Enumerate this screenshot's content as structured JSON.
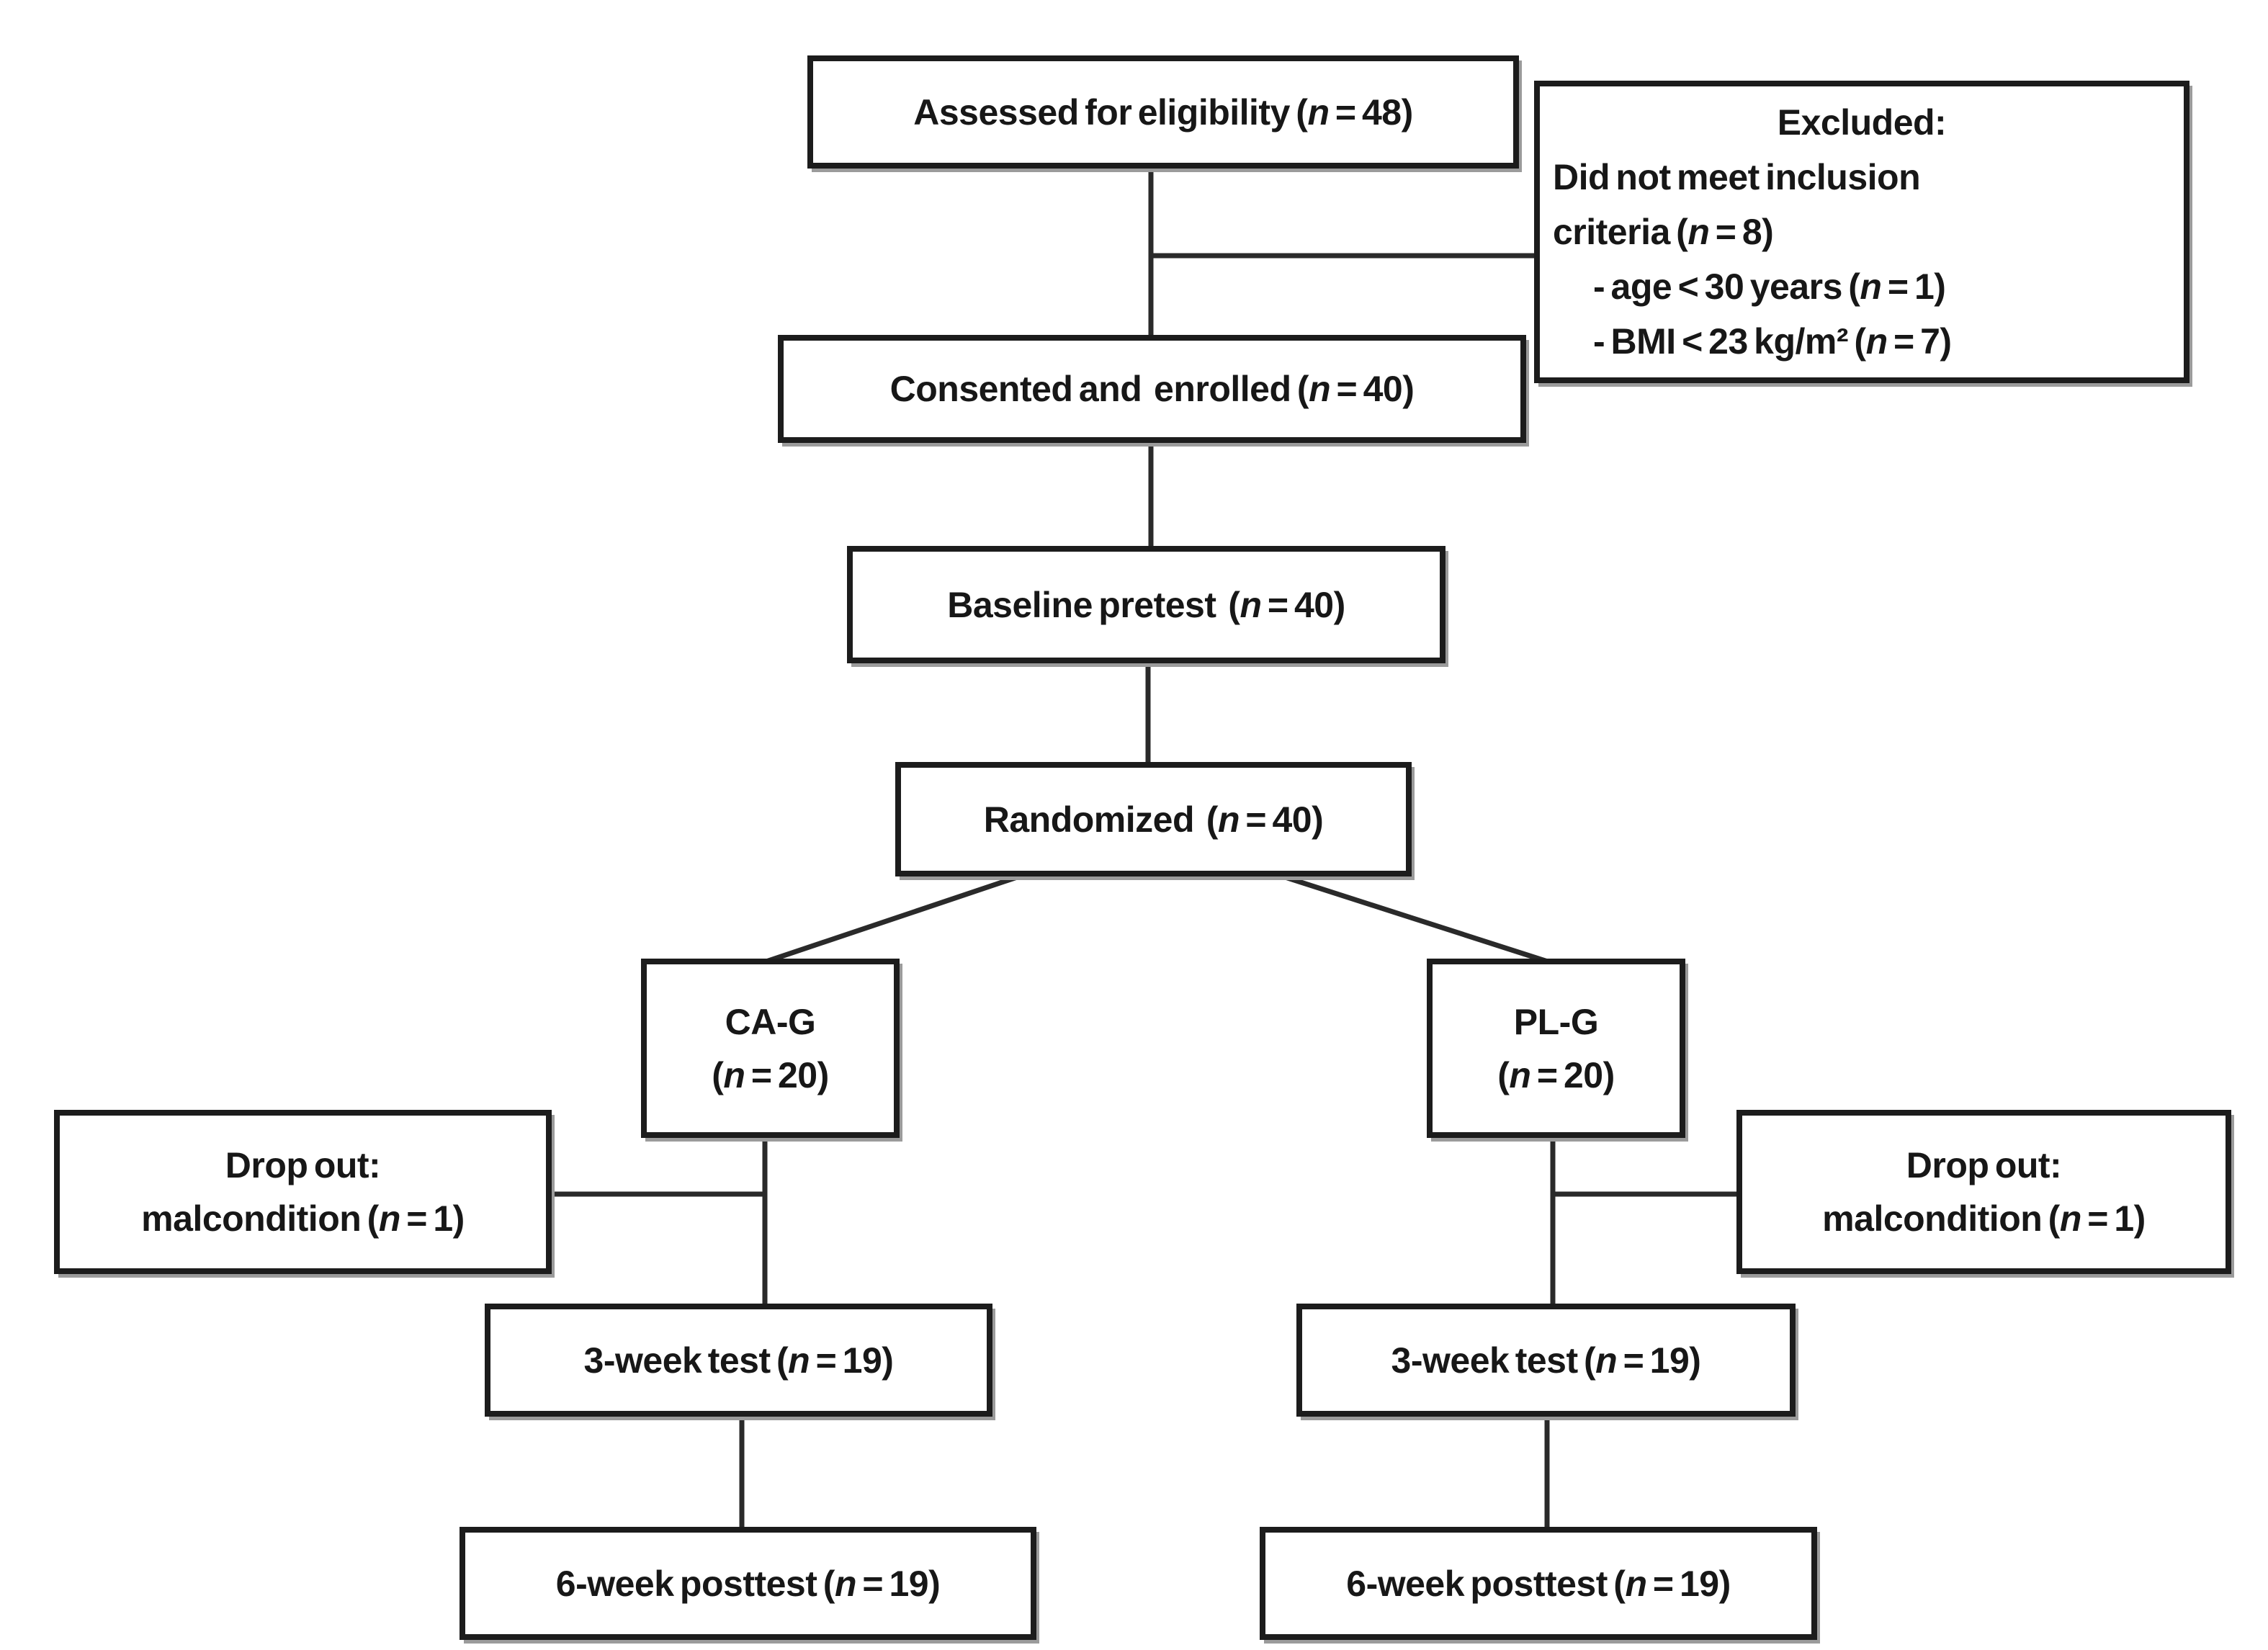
{
  "nodes": {
    "assessed": {
      "parts": [
        "Assessed for eligibility (",
        "n",
        " = 48)"
      ]
    },
    "excluded": {
      "title_parts": [
        "Excluded:",
        "",
        ""
      ],
      "lines": [
        {
          "parts": [
            "Did not meet inclusion",
            "",
            ""
          ]
        },
        {
          "parts": [
            "criteria (",
            "n",
            " = 8)"
          ]
        },
        {
          "parts": [
            "- age < 30 years (",
            "n",
            " = 1)"
          ]
        },
        {
          "parts": [
            "- BMI < 23 kg/m² (",
            "n",
            " = 7)"
          ]
        }
      ]
    },
    "consented": {
      "parts": [
        "Consented and  enrolled (",
        "n",
        " = 40)"
      ]
    },
    "baseline": {
      "parts": [
        "Baseline pretest  (",
        "n",
        " = 40)"
      ]
    },
    "randomized": {
      "parts": [
        "Randomized  (",
        "n",
        " = 40)"
      ]
    },
    "ca_g": {
      "line1_parts": [
        "CA-G",
        "",
        ""
      ],
      "line2_parts": [
        "(",
        "n",
        " = 20)"
      ]
    },
    "pl_g": {
      "line1_parts": [
        "PL-G",
        "",
        ""
      ],
      "line2_parts": [
        "(",
        "n",
        " = 20)"
      ]
    },
    "drop_left": {
      "line1_parts": [
        "Drop out:",
        "",
        ""
      ],
      "line2_parts": [
        "malcondition (",
        "n",
        " = 1)"
      ]
    },
    "drop_right": {
      "line1_parts": [
        "Drop out:",
        "",
        ""
      ],
      "line2_parts": [
        "malcondition (",
        "n",
        " = 1)"
      ]
    },
    "week3_left": {
      "parts": [
        "3-week test (",
        "n",
        " = 19)"
      ]
    },
    "week3_right": {
      "parts": [
        "3-week test (",
        "n",
        " = 19)"
      ]
    },
    "week6_left": {
      "parts": [
        "6-week posttest (",
        "n",
        " = 19)"
      ]
    },
    "week6_right": {
      "parts": [
        "6-week posttest (",
        "n",
        " = 19)"
      ]
    }
  },
  "colors": {
    "border": "#1c1c1c",
    "text": "#171717",
    "connector": "#2a2a2a",
    "background": "#ffffff",
    "shadow": "#9b9b9b"
  }
}
